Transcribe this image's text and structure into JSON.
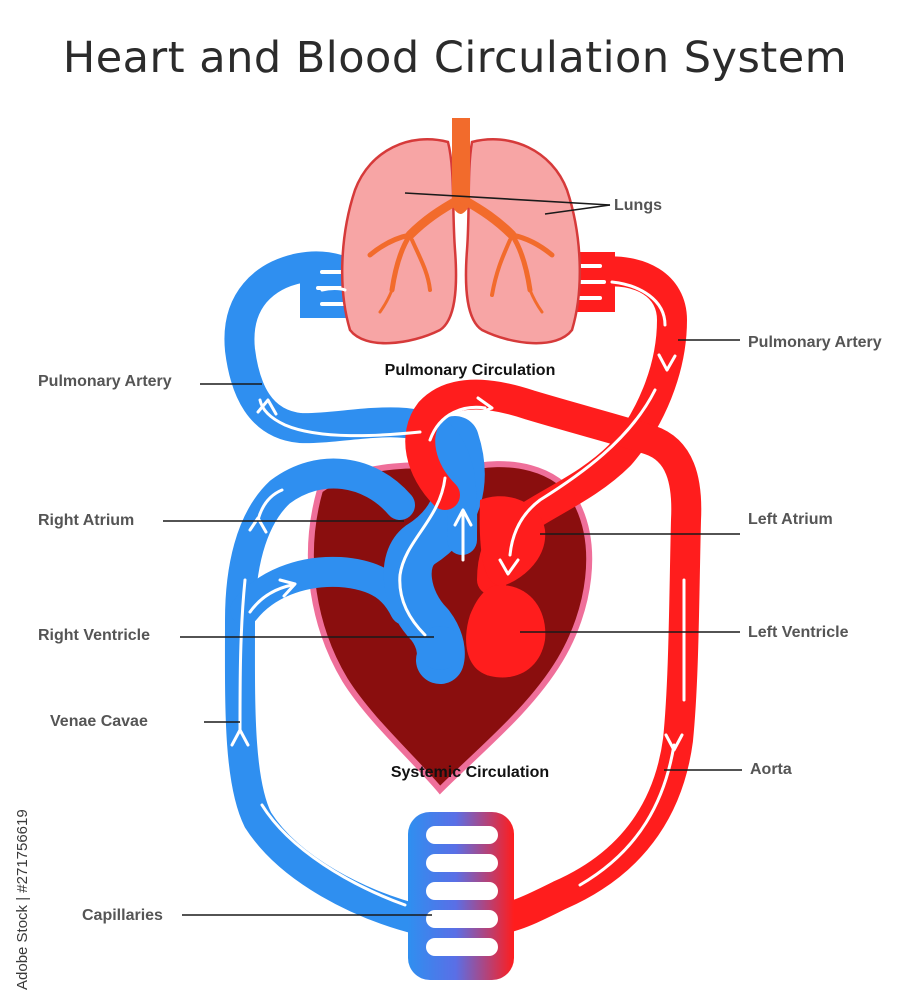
{
  "title": "Heart and Blood Circulation System",
  "labels": {
    "lungs": "Lungs",
    "pulmonary_artery_left": "Pulmonary Artery",
    "pulmonary_artery_right": "Pulmonary Artery",
    "pulmonary_circulation": "Pulmonary Circulation",
    "right_atrium": "Right Atrium",
    "left_atrium": "Left Atrium",
    "right_ventricle": "Right Ventricle",
    "left_ventricle": "Left Ventricle",
    "venae_cavae": "Venae Cavae",
    "aorta": "Aorta",
    "systemic_circulation": "Systemic Circulation",
    "capillaries": "Capillaries"
  },
  "stock_id": "Adobe Stock | #271756619",
  "colors": {
    "deoxygenated": "#2f8ff0",
    "oxygenated": "#ff1d1d",
    "heart": "#8a0e0e",
    "heart_outline": "#ef6f9a",
    "lung_fill": "#f7a5a5",
    "lung_outline": "#d63a3a",
    "trachea": "#f26b2c"
  }
}
